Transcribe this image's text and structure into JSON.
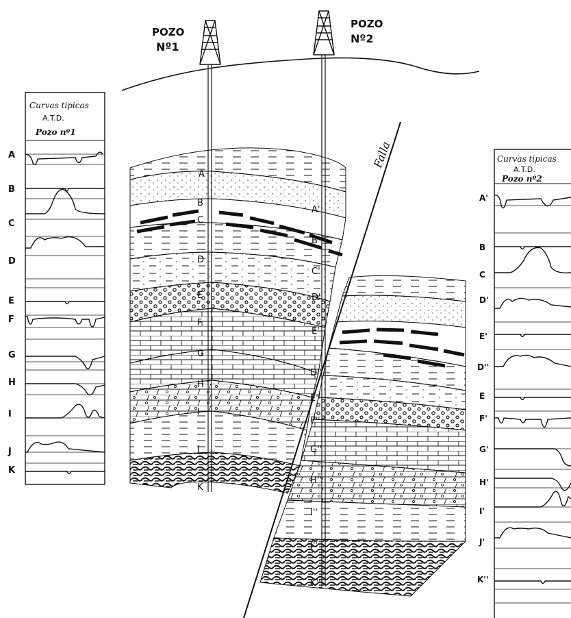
{
  "wells": [
    {
      "title": "POZO",
      "number": "Nº1"
    },
    {
      "title": "POZO",
      "number": "Nº2"
    }
  ],
  "fault_label": "Falla",
  "panel_left": {
    "title_line1": "Curvas tipicas",
    "title_line2": "A.T.D.",
    "title_line3": "Pozo nº1",
    "rows": [
      "A",
      "B",
      "C",
      "D",
      "E",
      "F",
      "G",
      "H",
      "I",
      "J",
      "K"
    ]
  },
  "panel_right": {
    "title_line1": "Curvas tipicas",
    "title_line2": "A.T.D.",
    "title_line3": "Pozo nº2",
    "rows": [
      "A'",
      "B",
      "C",
      "D'",
      "E'",
      "D''",
      "E",
      "F'",
      "G'",
      "H'",
      "I'",
      "J'",
      "K''"
    ]
  },
  "strata_well1": [
    "A",
    "B",
    "C",
    "D",
    "E",
    "F",
    "G",
    "H",
    "I",
    "J",
    "K"
  ],
  "strata_well2": [
    "A'",
    "B'",
    "C'",
    "D'",
    "E'",
    "D''",
    "E''",
    "F''",
    "G''",
    "H''",
    "I''",
    "J''",
    "K''"
  ]
}
